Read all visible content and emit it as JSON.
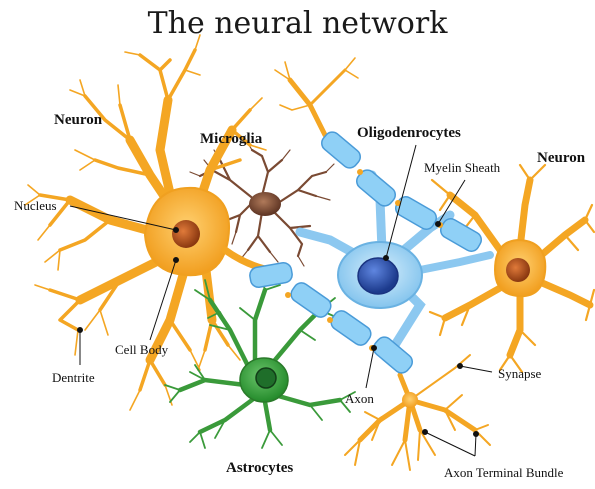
{
  "title": "The neural network",
  "labels": {
    "neuron_left": "Neuron",
    "neuron_right": "Neuron",
    "microglia": "Microglia",
    "oligodendrocytes": "Oligodenrocytes",
    "myelin_sheath": "Myelin Sheath",
    "nucleus": "Nucleus",
    "cell_body": "Cell Body",
    "dentrite": "Dentrite",
    "axon": "Axon",
    "synapse": "Synapse",
    "astrocytes": "Astrocytes",
    "axon_terminal_bundle": "Axon Terminal Bundle"
  },
  "colors": {
    "neuron": "#f4a623",
    "neuron_light": "#fbc75a",
    "nucleus": "#c0571c",
    "microglia": "#7a4a33",
    "oligodendrocyte": "#8cc8f0",
    "oligodendrocyte_dark": "#4a9bd8",
    "oligo_nucleus": "#2a4fa8",
    "astrocyte": "#3a9a3a",
    "astrocyte_dark": "#1f6e2a"
  }
}
